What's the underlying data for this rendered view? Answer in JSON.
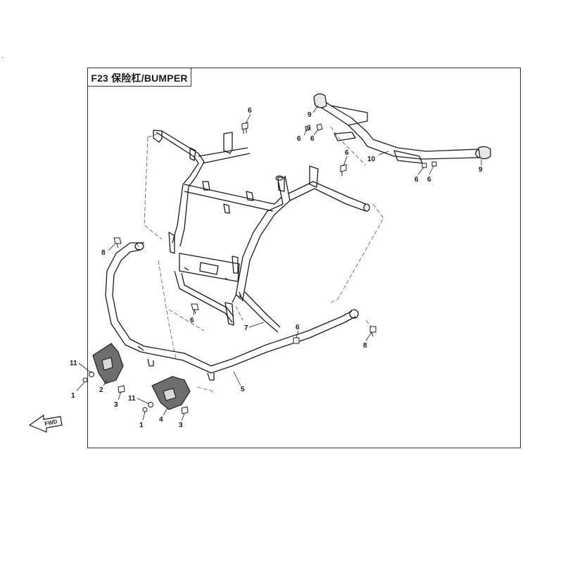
{
  "title": "F23 保险杠/BUMPER",
  "corner_mark": "‹",
  "fwd_label": "FWD",
  "callouts": [
    {
      "id": "c1",
      "label": "6"
    },
    {
      "id": "c2",
      "label": "9"
    },
    {
      "id": "c3",
      "label": "6"
    },
    {
      "id": "c4",
      "label": "6"
    },
    {
      "id": "c5",
      "label": "6"
    },
    {
      "id": "c6",
      "label": "10"
    },
    {
      "id": "c7",
      "label": "6"
    },
    {
      "id": "c8",
      "label": "6"
    },
    {
      "id": "c9",
      "label": "9"
    },
    {
      "id": "c10",
      "label": "8"
    },
    {
      "id": "c11",
      "label": "6"
    },
    {
      "id": "c12",
      "label": "7"
    },
    {
      "id": "c13",
      "label": "6"
    },
    {
      "id": "c14",
      "label": "8"
    },
    {
      "id": "c15",
      "label": "11"
    },
    {
      "id": "c16",
      "label": "1"
    },
    {
      "id": "c17",
      "label": "2"
    },
    {
      "id": "c18",
      "label": "3"
    },
    {
      "id": "c19",
      "label": "11"
    },
    {
      "id": "c20",
      "label": "1"
    },
    {
      "id": "c21",
      "label": "4"
    },
    {
      "id": "c22",
      "label": "3"
    },
    {
      "id": "c23",
      "label": "5"
    }
  ]
}
